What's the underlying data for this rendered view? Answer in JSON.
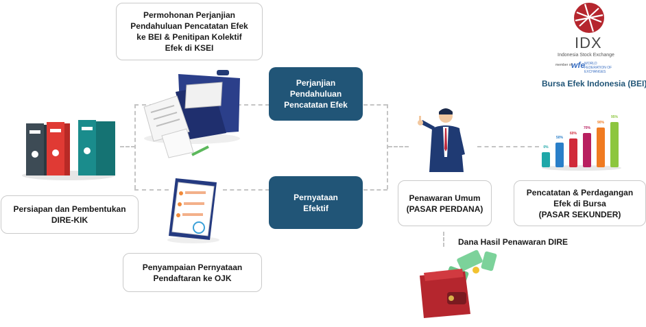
{
  "boxes": {
    "permohonan": "Permohonan Perjanjian\nPendahuluan Pencatatan Efek\nke BEI & Penitipan Kolektif\nEfek di KSEI",
    "persiapan": "Persiapan dan Pembentukan\nDIRE-KIK",
    "penyampaian": "Penyampaian Pernyataan\nPendaftaran ke OJK",
    "perjanjian": "Perjanjian\nPendahuluan\nPencatatan Efek",
    "pernyataan": "Pernyataan\nEfektif",
    "penawaran": "Penawaran Umum\n(PASAR PERDANA)",
    "pencatatan": "Pencatatan & Perdagangan\nEfek di Bursa\n(PASAR SEKUNDER)"
  },
  "dana_label": "Dana Hasil Penawaran DIRE",
  "logo": {
    "word": "IDX",
    "subtitle": "Indonesia Stock Exchange",
    "member": "member of",
    "wfe": "wfe",
    "wfe_text": "WORLD FEDERATION OF EXCHANGES",
    "caption": "Bursa Efek Indonesia (BEI)"
  },
  "bar_labels": [
    "0%",
    "50%",
    "60%",
    "70%",
    "90%",
    "95%"
  ],
  "colors": {
    "dark_box": "#215577",
    "accent_red": "#b5262e",
    "bars": [
      "#1fa7a8",
      "#2a7fc9",
      "#d02a3a",
      "#b81f5f",
      "#f07b21",
      "#8dc63f"
    ]
  },
  "icons": [
    "binders-icon",
    "briefcase-documents-icon",
    "checklist-clipboard-icon",
    "businessman-icon",
    "growth-bars-icon",
    "wallet-money-icon",
    "idx-logo-icon"
  ]
}
